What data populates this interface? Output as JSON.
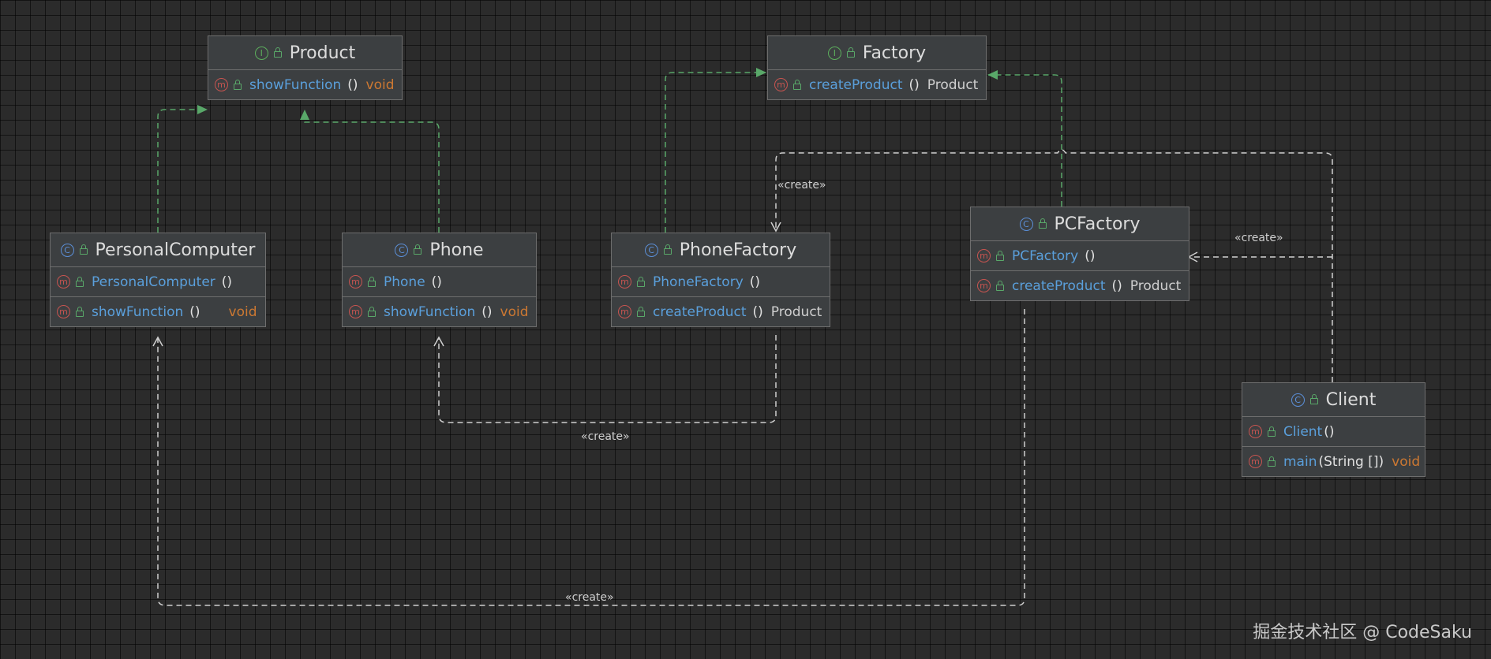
{
  "nodes": {
    "product": {
      "title": "Product",
      "kind_icon": "I",
      "kind": "interface",
      "members": [
        {
          "name": "showFunction",
          "args": "()",
          "returns": "void"
        }
      ]
    },
    "factory": {
      "title": "Factory",
      "kind_icon": "I",
      "kind": "interface",
      "members": [
        {
          "name": "createProduct",
          "args": "()",
          "returns": "Product"
        }
      ]
    },
    "personal_computer": {
      "title": "PersonalComputer",
      "kind_icon": "C",
      "kind": "class",
      "members": [
        {
          "name": "PersonalComputer",
          "args": "()",
          "returns": ""
        },
        {
          "name": "showFunction",
          "args": "()",
          "returns": "void"
        }
      ]
    },
    "phone": {
      "title": "Phone",
      "kind_icon": "C",
      "kind": "class",
      "members": [
        {
          "name": "Phone",
          "args": "()",
          "returns": ""
        },
        {
          "name": "showFunction",
          "args": "()",
          "returns": "void"
        }
      ]
    },
    "phone_factory": {
      "title": "PhoneFactory",
      "kind_icon": "C",
      "kind": "class",
      "members": [
        {
          "name": "PhoneFactory",
          "args": "()",
          "returns": ""
        },
        {
          "name": "createProduct",
          "args": "()",
          "returns": "Product"
        }
      ]
    },
    "pc_factory": {
      "title": "PCFactory",
      "kind_icon": "C",
      "kind": "class",
      "members": [
        {
          "name": "PCFactory",
          "args": "()",
          "returns": ""
        },
        {
          "name": "createProduct",
          "args": "()",
          "returns": "Product"
        }
      ]
    },
    "client": {
      "title": "Client",
      "kind_icon": "C",
      "kind": "class",
      "members": [
        {
          "name": "Client",
          "args": "()",
          "returns": ""
        },
        {
          "name": "main",
          "args": "(String [])",
          "returns": "void"
        }
      ]
    }
  },
  "relations": [
    {
      "from": "PersonalComputer",
      "to": "Product",
      "type": "implements"
    },
    {
      "from": "Phone",
      "to": "Product",
      "type": "implements"
    },
    {
      "from": "PhoneFactory",
      "to": "Factory",
      "type": "implements"
    },
    {
      "from": "PCFactory",
      "to": "Factory",
      "type": "implements"
    },
    {
      "from": "PhoneFactory",
      "to": "Phone",
      "type": "dependency",
      "label": "«create»"
    },
    {
      "from": "PCFactory",
      "to": "PersonalComputer",
      "type": "dependency",
      "label": "«create»"
    },
    {
      "from": "Client",
      "to": "PhoneFactory",
      "type": "dependency",
      "label": "«create»"
    },
    {
      "from": "Client",
      "to": "PCFactory",
      "type": "dependency",
      "label": "«create»"
    }
  ],
  "watermark": "掘金技术社区 @ CodeSaku",
  "colors": {
    "background": "#2b2b2b",
    "node_fill": "#3c3f41",
    "implements_edge": "#59a869",
    "dependency_edge": "#cfcfcf",
    "method_name": "#5a9fdb",
    "return_void": "#cc7832"
  }
}
